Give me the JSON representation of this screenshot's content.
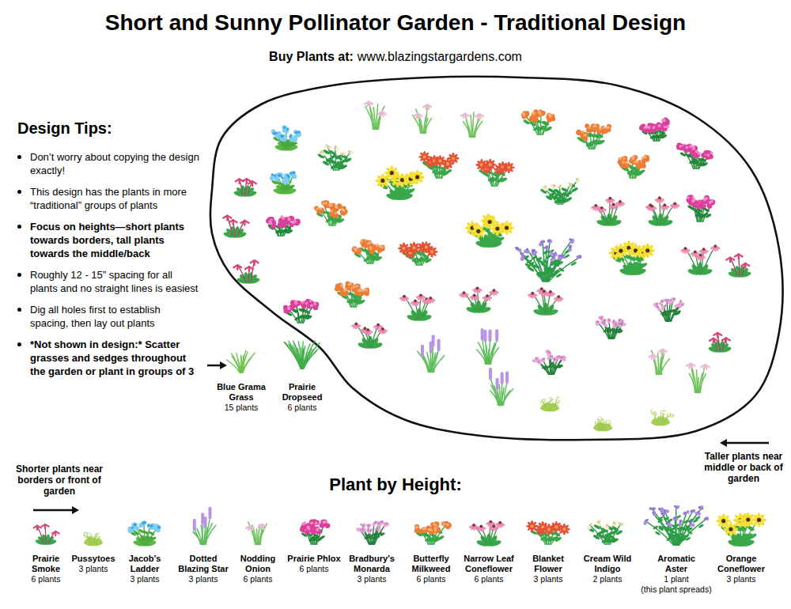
{
  "diagram": {
    "title": "Short and Sunny Pollinator Garden - Traditional Design",
    "labels": [
      "Buy Plants at:",
      "www.blazingstargardens.com",
      "Design Tips:",
      "Don’t worry about copying the design exactly!",
      "This design has the plants in more “traditional” groups of plants",
      "Focus on heights—short plants towards borders, tall plants towards the middle/back",
      "Roughly 12 - 15” spacing for all plants and no straight lines is easiest",
      "Dig all holes first to establish spacing, then lay out plants",
      "*Not shown in design:* Scatter grasses and sedges throughout the garden or plant in groups of 3",
      "Blue Grama Grass",
      "15 plants",
      "Prairie Dropseed",
      "6 plants",
      "Plant by Height:",
      "Shorter plants near borders or front of garden",
      "Taller plants near middle or back of garden",
      "Prairie Smoke",
      "6 plants",
      "Pussytoes",
      "3 plants",
      "Jacob’s Ladder",
      "3 plants",
      "Dotted Blazing Star",
      "3 plants",
      "Nodding Onion",
      "6 plants",
      "Prairie Phlox",
      "6 plants",
      "Bradbury’s Monarda",
      "3 plants",
      "Butterfly Milkweed",
      "6 plants",
      "Narrow Leaf Coneflower",
      "6 plants",
      "Blanket Flower",
      "3 plants",
      "Cream Wild Indigo",
      "2 plants",
      "Aromatic Aster",
      "1 plant",
      "(this plant spreads)",
      "Orange Coneflower",
      "3 plants"
    ]
  }
}
